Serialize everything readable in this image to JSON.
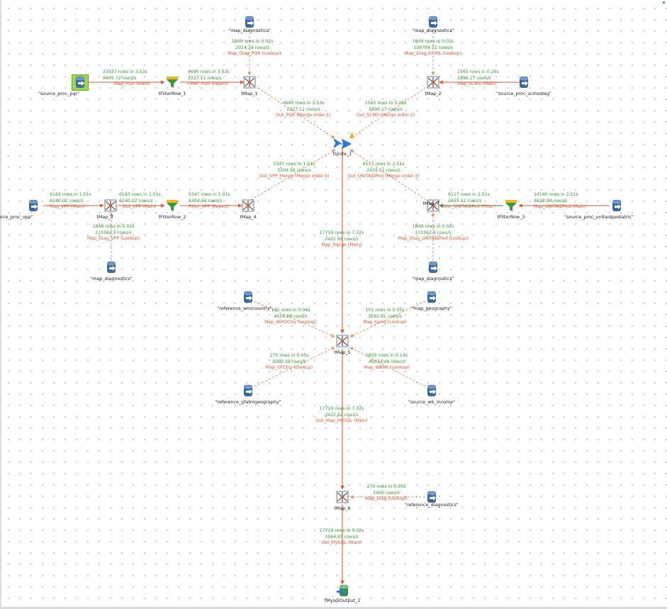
{
  "colors": {
    "main_flow": "#e4572e",
    "lookup_flow": "#e88f62",
    "filter_flow": "#2f8a3a",
    "stat_text": "#2f9a2f",
    "link_text": "#e4572e"
  },
  "components": {
    "diag_top1": {
      "label": "\"map_diagnostics\"",
      "icon": "db-input-icon"
    },
    "diag_top2": {
      "label": "\"map_diagnostics\"",
      "icon": "db-input-icon"
    },
    "src_pqr": {
      "label": "\"source_proc_pqr\"",
      "icon": "db-input-icon"
    },
    "filter1": {
      "label": "tFilterRow_1",
      "icon": "filter-icon"
    },
    "tmap1": {
      "label": "tMap_1",
      "icon": "map-icon"
    },
    "tmap2": {
      "label": "tMap_2",
      "icon": "map-icon"
    },
    "src_scms": {
      "label": "\"source_proc_scmsdiag\"",
      "icon": "db-input-icon"
    },
    "tunite": {
      "label": "tUnite_1",
      "icon": "unite-icon"
    },
    "src_vpp": {
      "label": "\"source_proc_vpp\"",
      "icon": "db-input-icon"
    },
    "tmap3": {
      "label": "tMap_3",
      "icon": "map-icon"
    },
    "filter2": {
      "label": "tFilterRow_2",
      "icon": "filter-icon"
    },
    "tmap4": {
      "label": "tMap_4",
      "icon": "map-icon"
    },
    "tmap7": {
      "label": "tMap_7",
      "icon": "map-icon"
    },
    "filter3": {
      "label": "tFilterRow_3",
      "icon": "filter-icon"
    },
    "src_unita": {
      "label": "\"source_proc_unitaidpediatric\"",
      "icon": "db-input-icon"
    },
    "diag_vpp": {
      "label": "\"map_diagnostics\"",
      "icon": "db-input-icon"
    },
    "diag_unita": {
      "label": "\"map_diagnostics\"",
      "icon": "db-input-icon"
    },
    "ref_who": {
      "label": "\"reference_whocountry\"",
      "icon": "db-input-icon"
    },
    "map_geo": {
      "label": "\"map_geography\"",
      "icon": "db-input-icon"
    },
    "tmap5": {
      "label": "tMap_5",
      "icon": "map-icon"
    },
    "ref_gfatm": {
      "label": "\"reference_gfatmgeography\"",
      "icon": "db-input-icon"
    },
    "src_wb": {
      "label": "\"source_wb_income\"",
      "icon": "db-input-icon"
    },
    "tmap6": {
      "label": "tMap_6",
      "icon": "map-icon"
    },
    "ref_diag": {
      "label": "\"reference_diagnostics\"",
      "icon": "db-input-icon"
    },
    "mysql_out": {
      "label": "tMysqlOutput_1",
      "icon": "db-output-icon"
    }
  },
  "stats": {
    "s_diagtop1": {
      "rows": "1849 rows in 0.92s",
      "rate": "2014.16 rows/s",
      "link": "Map_Diag_PQR (Lookup)"
    },
    "s_diagtop2": {
      "rows": "1849 rows in 0.02s",
      "rate": "108764.71 rows/s",
      "link": "Map_Diag_SCMS (Lookup)"
    },
    "s_pqr": {
      "rows": "33937 rows in 3.53s",
      "rate": "9605.72 rows/s",
      "link": "Map_PQR (Main)"
    },
    "s_filter1": {
      "rows": "4690 rows in 3.53s",
      "rate": "1327.11 rows/s",
      "link": "Filter_PQR (Reject)"
    },
    "s_scms": {
      "rows": "1565 rows in 0.26s",
      "rate": "5996.17 rows/s",
      "link": "Map_SCMS (Main)"
    },
    "s_outpqr": {
      "rows": "4690 rows in 3.53s",
      "rate": "1327.11 rows/s",
      "link": "Out_PQR (Merge order:1)"
    },
    "s_outscms": {
      "rows": "1565 rows in 0.26s",
      "rate": "5996.17 rows/s",
      "link": "Out_SCMS (Merge order:2)"
    },
    "s_outvpp": {
      "rows": "5347 rows in 1.01s",
      "rate": "5304.56 rows/s",
      "link": "Out_VPP_Merge (Merge order:4)"
    },
    "s_outunita": {
      "rows": "6117 rows in 2.51s",
      "rate": "2435.11 rows/s",
      "link": "Out_UNITAIDPed (Merge order:3)"
    },
    "s_vpp": {
      "rows": "6183 rows in 1.01s",
      "rate": "6140.02 rows/s",
      "link": "Map_VPP (Main)"
    },
    "s_outvpp2": {
      "rows": "6183 rows in 1.01s",
      "rate": "6140.02 rows/s",
      "link": "Out_VPP (Main)"
    },
    "s_filter2": {
      "rows": "5347 rows in 1.01s",
      "rate": "5304.56 rows/s",
      "link": "Filter_VPP (Reject)"
    },
    "s_filterunita": {
      "rows": "6117 rows in 2.51s",
      "rate": "2435.11 rows/s",
      "link": "Filter_UNITAIDPed (Filter)"
    },
    "s_unita": {
      "rows": "14140 rows in 2.51s",
      "rate": "5628.98 rows/s",
      "link": "Map_UNITAIDPed (Main)"
    },
    "s_diagvpp": {
      "rows": "1849 rows in 0.02s",
      "rate": "115562.5 rows/s",
      "link": "Map_Diag_VPP (Lookup)"
    },
    "s_merge": {
      "rows": "17719 rows in 7.32s",
      "rate": "2421.95 rows/s",
      "link": "Map_Merge (Main)"
    },
    "s_diagunita": {
      "rows": "1849 rows in 0.02s",
      "rate": "115562.5 rows/s",
      "link": "Map_Diag_UNITAIDPed (Lookup)"
    },
    "s_who": {
      "rows": "195 rows in 0.04s",
      "rate": "4534.88 rows/s",
      "link": "Map_WHOCtry (Lookup)"
    },
    "s_geo": {
      "rows": "151 rows in 0.05s",
      "rate": "3282.61 rows/s",
      "link": "Map_Geog (Lookup)"
    },
    "s_gfctry": {
      "rows": "275 rows in 0.05s",
      "rate": "5092.59 rows/s",
      "link": "Map_GFCtry (Lookup)"
    },
    "s_wb": {
      "rows": "5805 rows in 0.14s",
      "rate": "40034.48 rows/s",
      "link": "Map_WBInc (Lookup)"
    },
    "s_mapmysql": {
      "rows": "17719 rows in 7.32s",
      "rate": "2421.62 rows/s",
      "link": "Out_Map_MySQL (Main)"
    },
    "s_mapdiag": {
      "rows": "270 rows in 0.05s",
      "rate": "5400 rows/s",
      "link": "Map_Diag (Lookup)"
    },
    "s_outmysql": {
      "rows": "17719 rows in 9.02s",
      "rate": "1964.85 rows/s",
      "link": "Out_MySQL (Main)"
    }
  }
}
